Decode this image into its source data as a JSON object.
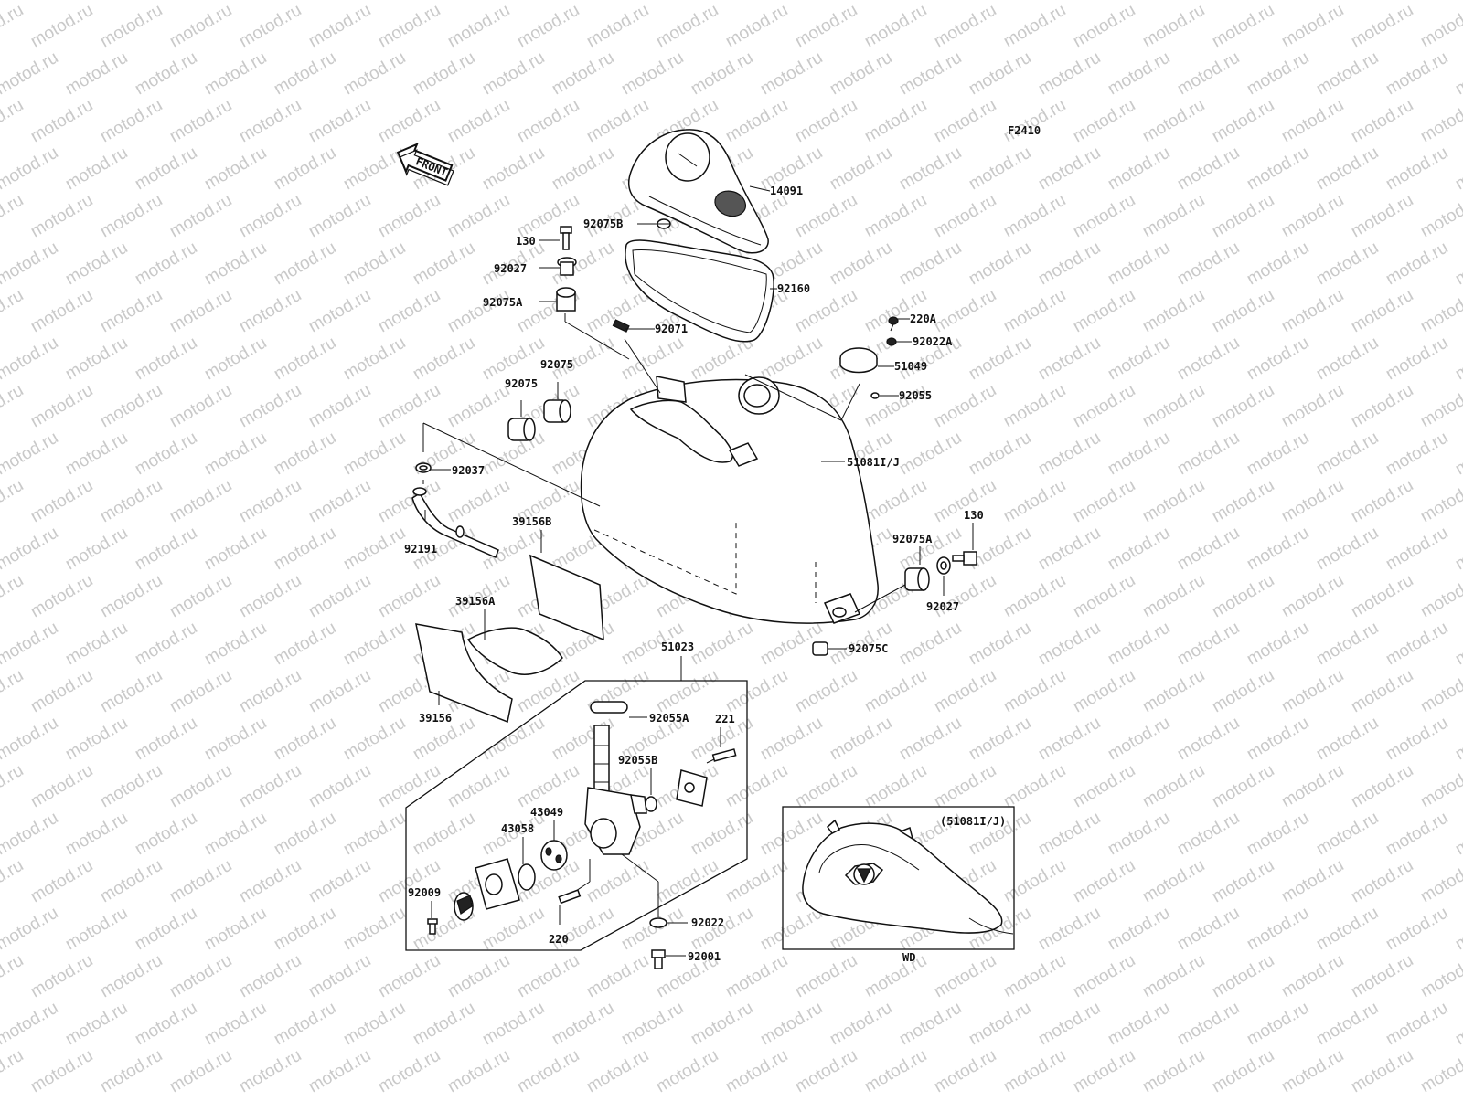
{
  "diagram_code": "F2410",
  "watermark_text": "motod.ru",
  "front_arrow_label": "FRONT",
  "inset": {
    "title": "(51081I/J)",
    "caption": "WD"
  },
  "parts": {
    "p14091": "14091",
    "p92075B": "92075B",
    "p130_top": "130",
    "p92027_top": "92027",
    "p92160": "92160",
    "p92075A_top": "92075A",
    "p92071": "92071",
    "p220A": "220A",
    "p92022A": "92022A",
    "p51049": "51049",
    "p92055": "92055",
    "p92075_right": "92075",
    "p92075_left": "92075",
    "p92037": "92037",
    "p51081IJ": "51081I/J",
    "p39156B": "39156B",
    "p92191": "92191",
    "p130_right": "130",
    "p92075A_right": "92075A",
    "p92027_right": "92027",
    "p39156A": "39156A",
    "p92075C": "92075C",
    "p51023": "51023",
    "p39156": "39156",
    "p92055A": "92055A",
    "p221": "221",
    "p92055B": "92055B",
    "p43049": "43049",
    "p43058": "43058",
    "p92009": "92009",
    "p220": "220",
    "p92022": "92022",
    "p92001": "92001"
  },
  "colors": {
    "line": "#111111",
    "watermark": "#c9c9c9",
    "background": "#ffffff"
  }
}
